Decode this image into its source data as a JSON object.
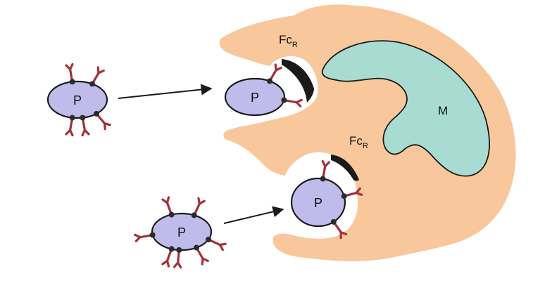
{
  "colors": {
    "macrophage_fill": "#f8c79c",
    "nucleus_fill": "#a8dcd2",
    "pathogen_fill": "#bfbbea",
    "outline": "#1a1a1a",
    "antibody": "#a4303a",
    "arrow": "#1a1a1a"
  },
  "labels": {
    "pathogen": "P",
    "receptor_main": "Fc",
    "receptor_sub": "R",
    "nucleus": "M"
  }
}
